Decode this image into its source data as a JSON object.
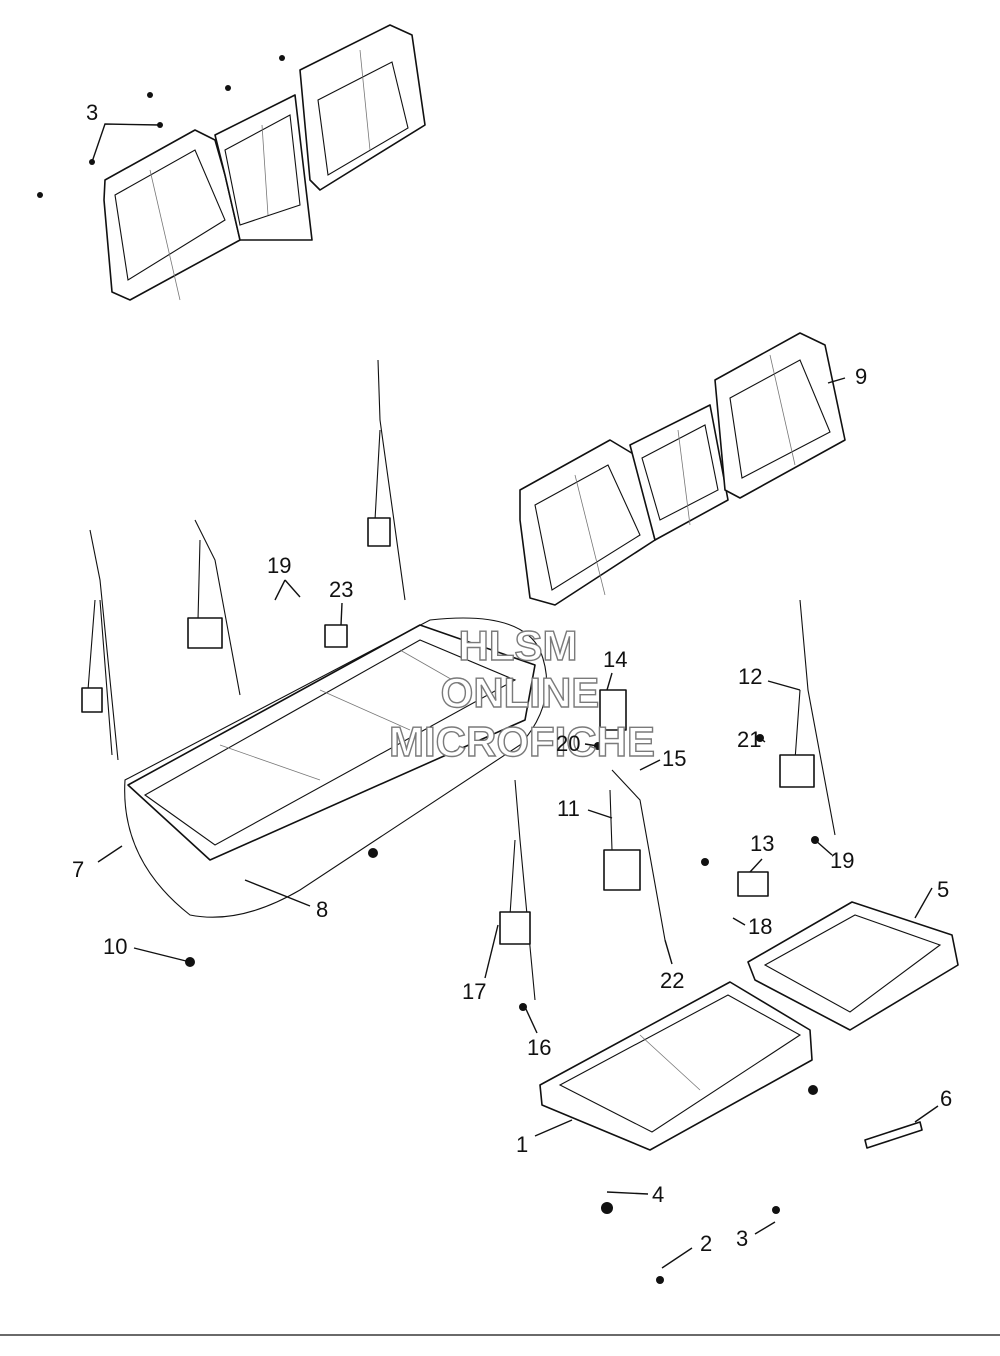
{
  "callouts": {
    "c1": "1",
    "c2": "2",
    "c3a": "3",
    "c3b": "3",
    "c4": "4",
    "c5": "5",
    "c6": "6",
    "c7": "7",
    "c8": "8",
    "c9": "9",
    "c10": "10",
    "c11": "11",
    "c12": "12",
    "c13": "13",
    "c14": "14",
    "c15": "15",
    "c16": "16",
    "c17": "17",
    "c18": "18",
    "c19a": "19",
    "c19b": "19",
    "c20": "20",
    "c21": "21",
    "c22": "22",
    "c23": "23"
  },
  "watermark": {
    "line1": "HLSM",
    "line2": "ONLINE",
    "line3": "MICROFICHE"
  }
}
